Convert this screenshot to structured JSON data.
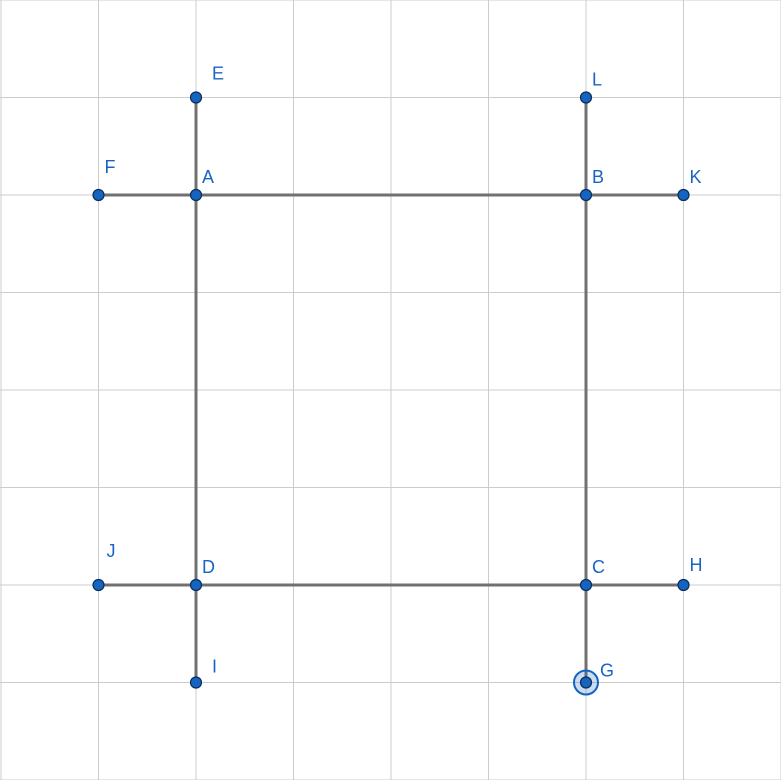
{
  "grid": {
    "min": 0,
    "max": 8,
    "step": 1
  },
  "colors": {
    "point": "#1565c0",
    "label": "#1a63c6",
    "segment": "#707070",
    "grid": "#cccccc"
  },
  "points": [
    {
      "name": "A",
      "x": 2,
      "y": 6
    },
    {
      "name": "B",
      "x": 6,
      "y": 6
    },
    {
      "name": "C",
      "x": 6,
      "y": 2
    },
    {
      "name": "D",
      "x": 2,
      "y": 2
    },
    {
      "name": "E",
      "x": 2,
      "y": 7
    },
    {
      "name": "F",
      "x": 1,
      "y": 6
    },
    {
      "name": "G",
      "x": 6,
      "y": 1,
      "selected": true
    },
    {
      "name": "H",
      "x": 7,
      "y": 2
    },
    {
      "name": "I",
      "x": 2,
      "y": 1
    },
    {
      "name": "J",
      "x": 1,
      "y": 2
    },
    {
      "name": "K",
      "x": 7,
      "y": 6
    },
    {
      "name": "L",
      "x": 6,
      "y": 7
    }
  ],
  "segments": [
    [
      "F",
      "B"
    ],
    [
      "B",
      "K"
    ],
    [
      "J",
      "C"
    ],
    [
      "C",
      "H"
    ],
    [
      "E",
      "A"
    ],
    [
      "A",
      "D"
    ],
    [
      "D",
      "I"
    ],
    [
      "L",
      "B"
    ],
    [
      "B",
      "C"
    ],
    [
      "C",
      "G"
    ]
  ]
}
